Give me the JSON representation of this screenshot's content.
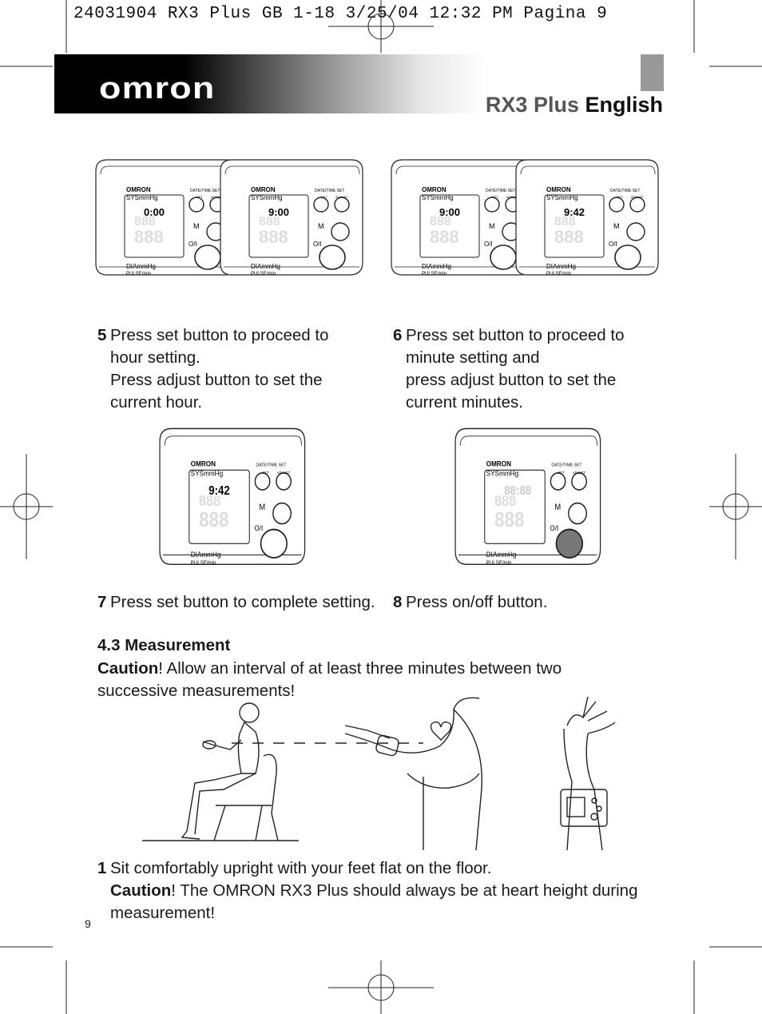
{
  "header": {
    "slug": "24031904 RX3 Plus GB 1-18  3/25/04  12:32 PM  Pagina 9",
    "logo": "omron",
    "product_name": "RX3 Plus",
    "language": "English"
  },
  "device": {
    "brand": "OMRON",
    "date_time_set": "DATE/TIME SET",
    "set": "SET",
    "adjust": "ADJUST",
    "sys": "SYSmmHg",
    "dia": "DIAmmHg",
    "pulse": "PULSE/min",
    "memory": "M",
    "power": "O/I"
  },
  "screens": {
    "s5a": "0:00",
    "s5b": "9:00",
    "s6a": "9:00",
    "s6b": "9:42",
    "s7": "9:42",
    "s8": "88:88"
  },
  "steps": {
    "s5": {
      "num": "5",
      "lines": [
        "Press set button to proceed to",
        "hour setting.",
        "Press adjust button to set the",
        "current hour."
      ]
    },
    "s6": {
      "num": "6",
      "lines": [
        "Press set button to proceed to",
        "minute setting and",
        "press adjust button to set the",
        "current minutes."
      ]
    },
    "s7": {
      "num": "7",
      "text": "Press set button to complete setting."
    },
    "s8": {
      "num": "8",
      "text": "Press on/off button."
    }
  },
  "measurement": {
    "heading": "4.3 Measurement",
    "caution_word": "Caution",
    "caution_text": "! Allow an interval of at least three minutes between two",
    "caution_text2": "successive measurements!",
    "step1_num": "1",
    "step1_text": "Sit comfortably upright with your feet flat on the floor.",
    "step1_caution_word": "Caution",
    "step1_caution_text": "! The OMRON RX3 Plus should always be at heart height during",
    "step1_caution_text2": "measurement!"
  },
  "page_number": "9"
}
